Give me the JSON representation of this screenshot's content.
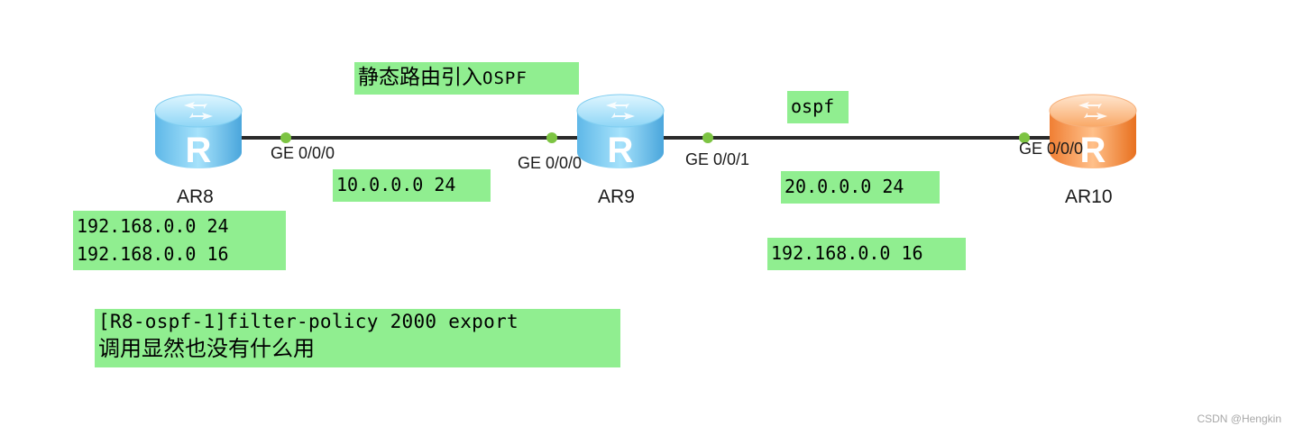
{
  "routers": [
    {
      "id": "ar8",
      "name": "AR8",
      "color": "#6fc8ef",
      "icon": "router-icon"
    },
    {
      "id": "ar9",
      "name": "AR9",
      "color": "#6fc8ef",
      "icon": "router-icon"
    },
    {
      "id": "ar10",
      "name": "AR10",
      "color": "#f5944c",
      "icon": "router-icon"
    }
  ],
  "ports": {
    "ar8_port": "GE 0/0/0",
    "ar9_left_port": "GE 0/0/0",
    "ar9_right_port": "GE 0/0/1",
    "ar10_port": "GE 0/0/0"
  },
  "notes": {
    "static_import": "静态路由引入",
    "static_import_suffix": "OSPF",
    "ospf": "ospf",
    "link1_net": "10.0.0.0 24",
    "link2_net": "20.0.0.0 24",
    "ar8_nets": [
      "192.168.0.0 24",
      "192.168.0.0 16"
    ],
    "ar10_net": "192.168.0.0 16",
    "filter_cmd": "[R8-ospf-1]filter-policy 2000 export",
    "filter_comment": "调用显然也没有什么用"
  },
  "colors": {
    "note_bg": "#90ee90",
    "link": "#2a2a2a",
    "port_dot": "#7dc443"
  },
  "watermark": "CSDN @Hengkin"
}
